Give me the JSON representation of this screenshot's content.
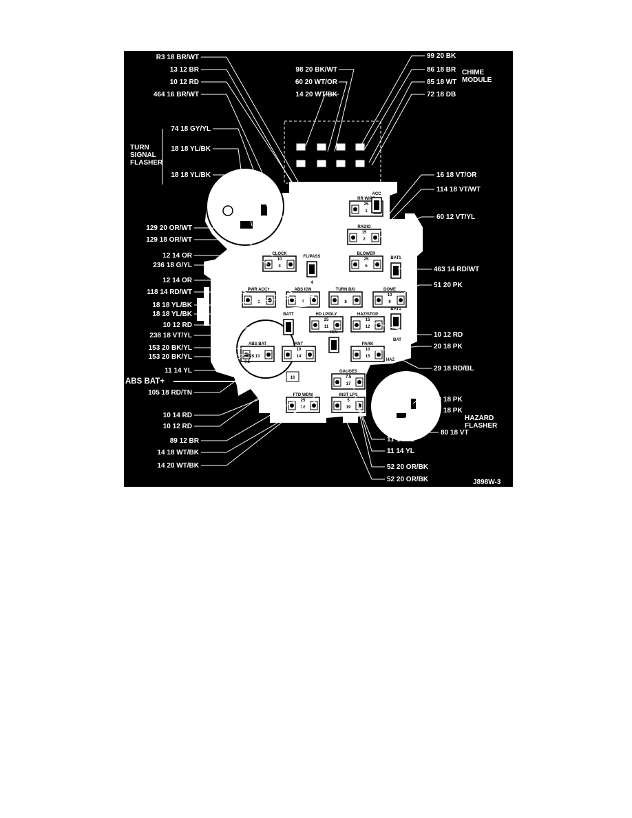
{
  "figure_id": "J898W-3",
  "groups": {
    "turn_signal_flasher": "TURN\nSIGNAL\nFLASHER",
    "chime_module": "CHIME\nMODULE",
    "hazard_flasher": "HAZARD\nFLASHER"
  },
  "abs_bat_plus": "ABS BAT+",
  "left_labels": [
    "R3 18 BR/WT",
    "13 12 BR",
    "10 12 RD",
    "464 16 BR/WT",
    "74 18 GY/YL",
    "18 18 YL/BK",
    "18 18 YL/BK",
    "129 20 OR/WT",
    "129 18 OR/WT",
    "12 14 OR",
    "236 18 G/YL",
    "12 14 OR",
    "118 14 RD/WT",
    "18 18 YL/BK",
    "18 18 YL/BK",
    "10 12 RD",
    "238 18 VT/YL",
    "153 20 BK/YL",
    "153 20 BK/YL",
    "11 14 YL",
    "105 18 RD/TN",
    "10 14 RD",
    "10 12 RD",
    "89 12 BR",
    "14 18 WT/BK",
    "14 20 WT/BK"
  ],
  "top_labels": [
    "98 20 BK/WT",
    "60 20 WT/OR",
    "14 20 WT/BK"
  ],
  "right_labels": [
    "99 20 BK",
    "86 18 BR",
    "85 18 WT",
    "72 18 DB",
    "16 18 VT/OR",
    "114 18 VT/WT",
    "60 12 VT/YL",
    "463 14 RD/WT",
    "51 20 PK",
    "10 12 RD",
    "20 18 PK",
    "29 18 RD/BL",
    "20 18 PK",
    "20 18 PK",
    "80 18 VT",
    "11 14 YL",
    "11 14 YL",
    "52 20 OR/BK",
    "52 20 OR/BK"
  ],
  "fuses": [
    {
      "name": "RR WIPE",
      "amp": "25",
      "num": "1"
    },
    {
      "name": "ACC",
      "amp": "",
      "num": ""
    },
    {
      "name": "RADIO",
      "amp": "15",
      "num": "2"
    },
    {
      "name": "CLOCK",
      "amp": "10",
      "num": "3"
    },
    {
      "name": "FL/PASS",
      "amp": "",
      "num": "4"
    },
    {
      "name": "BLOWER",
      "amp": "25",
      "num": "5"
    },
    {
      "name": "PWR ACCY",
      "amp": "",
      "num": "6"
    },
    {
      "name": "ABS IGN",
      "amp": "",
      "num": "7"
    },
    {
      "name": "TURN B/U",
      "amp": "",
      "num": "8"
    },
    {
      "name": "DOME",
      "amp": "10",
      "num": "9"
    },
    {
      "name": "BATT",
      "amp": "",
      "num": ""
    },
    {
      "name": "HD LP/DLY",
      "amp": "25",
      "num": "11"
    },
    {
      "name": "HAZ/STOP",
      "amp": "15",
      "num": "12"
    },
    {
      "name": "ABS BAT",
      "amp": "",
      "num": "13"
    },
    {
      "name": "ANT",
      "amp": "10",
      "num": "14"
    },
    {
      "name": "IGN",
      "amp": "",
      "num": ""
    },
    {
      "name": "PARK",
      "amp": "10",
      "num": "15"
    },
    {
      "name": "TRANS",
      "amp": "7.5",
      "num": "15"
    },
    {
      "name": "GAUGES",
      "amp": "7.5",
      "num": "17"
    },
    {
      "name": "",
      "amp": "",
      "num": "16"
    },
    {
      "name": "INST LPS",
      "amp": "5",
      "num": "19"
    },
    {
      "name": "FTD WDW",
      "amp": "25",
      "num": "18"
    },
    {
      "name": "BAT1",
      "amp": "",
      "num": ""
    },
    {
      "name": "BAT1",
      "amp": "",
      "num": ""
    },
    {
      "name": "BAT",
      "amp": "",
      "num": ""
    },
    {
      "name": "HAZ",
      "amp": "",
      "num": ""
    }
  ]
}
